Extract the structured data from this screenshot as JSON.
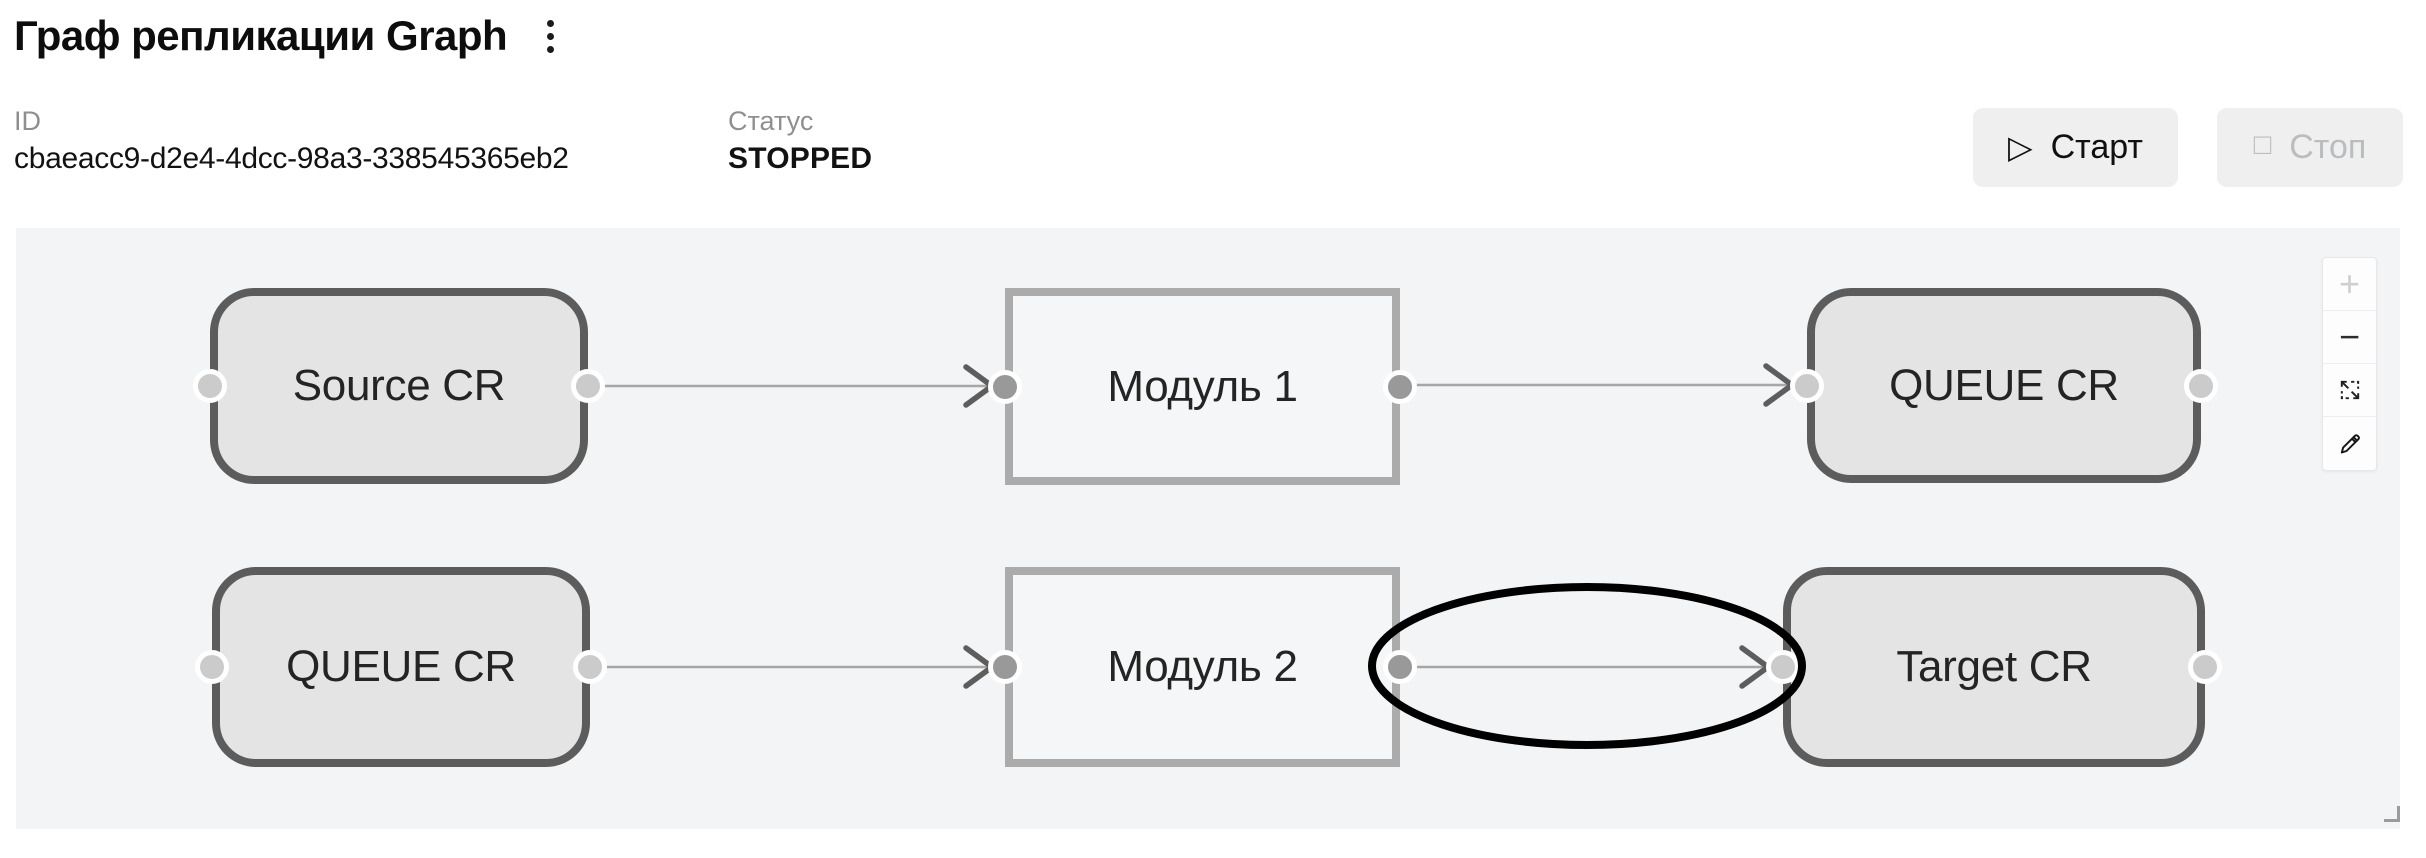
{
  "header": {
    "title": "Граф репликации Graph",
    "menu_icon": "kebab-vertical-icon",
    "id": {
      "label": "ID",
      "value": "cbaeacc9-d2e4-4dcc-98a3-338545365eb2"
    },
    "status": {
      "label": "Статус",
      "value": "STOPPED"
    },
    "actions": {
      "start": {
        "label": "Старт",
        "icon": "play-outline-icon",
        "icon_glyph": "▷",
        "enabled": true
      },
      "stop": {
        "label": "Стоп",
        "icon": "stop-square-outline-icon",
        "icon_glyph": "□",
        "enabled": false
      }
    }
  },
  "graph": {
    "nodes": [
      {
        "id": "source",
        "label": "Source CR",
        "kind": "cr"
      },
      {
        "id": "module1",
        "label": "Модуль 1",
        "kind": "module"
      },
      {
        "id": "queue_top",
        "label": "QUEUE CR",
        "kind": "cr"
      },
      {
        "id": "queue_bottom",
        "label": "QUEUE CR",
        "kind": "cr"
      },
      {
        "id": "module2",
        "label": "Модуль 2",
        "kind": "module"
      },
      {
        "id": "target",
        "label": "Target CR",
        "kind": "cr"
      }
    ],
    "edges": [
      {
        "from": "source",
        "to": "module1"
      },
      {
        "from": "module1",
        "to": "queue_top"
      },
      {
        "from": "queue_bottom",
        "to": "module2"
      },
      {
        "from": "module2",
        "to": "target"
      }
    ],
    "annotation": {
      "shape": "ellipse",
      "highlights": "edge module2 → target",
      "color": "#000000"
    },
    "controls": [
      {
        "name": "zoom-in",
        "glyph": "+",
        "enabled": false
      },
      {
        "name": "zoom-out",
        "glyph": "−",
        "enabled": true
      },
      {
        "name": "fit-view",
        "glyph": "expand",
        "enabled": true
      },
      {
        "name": "edit",
        "glyph": "pencil",
        "enabled": true
      }
    ],
    "colors": {
      "canvas_bg": "#f3f4f6",
      "cr_fill": "#e4e4e4",
      "cr_border": "#5c5c5c",
      "module_border": "#ababab",
      "edge_line": "#a6a6a6",
      "arrowhead": "#5d5d5d"
    }
  }
}
